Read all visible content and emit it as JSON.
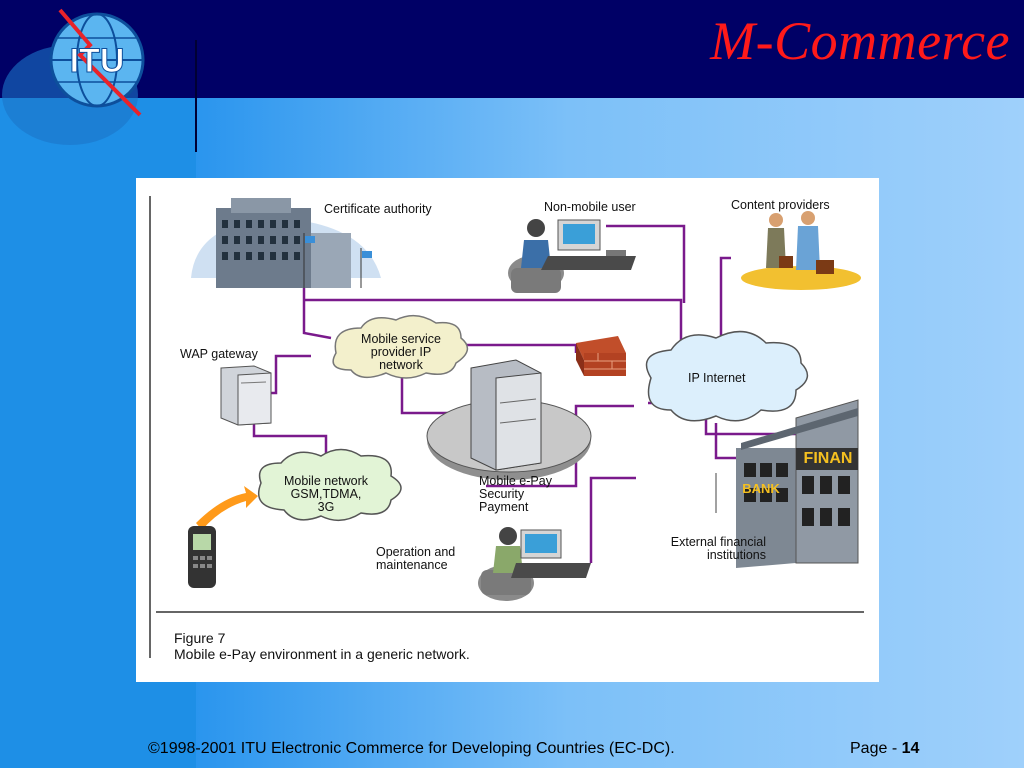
{
  "slide": {
    "title": "M-Commerce",
    "logo_text": "ITU",
    "footer": "©1998-2001 ITU Electronic Commerce for Developing Countries (EC-DC).",
    "page_label": "Page -",
    "page_number": "14"
  },
  "figure": {
    "caption_1": "Figure 7",
    "caption_2": "Mobile e-Pay environment in a generic network.",
    "labels": {
      "certificate_authority": "Certificate authority",
      "non_mobile_user": "Non-mobile user",
      "content_providers": "Content providers",
      "wap_gateway": "WAP gateway",
      "mobile_sp_1": "Mobile service",
      "mobile_sp_2": "provider IP",
      "mobile_sp_3": "network",
      "ip_internet": "IP Internet",
      "mobile_network_1": "Mobile network",
      "mobile_network_2": "GSM,TDMA,",
      "mobile_network_3": "3G",
      "epay_1": "Mobile e-Pay",
      "epay_2": "Security",
      "epay_3": "Payment",
      "operation_1": "Operation and",
      "operation_2": "maintenance",
      "external_1": "External financial",
      "external_2": "institutions",
      "sign_finan": "FINAN",
      "sign_bank": "BANK"
    }
  },
  "colors": {
    "title": "#ff1a1a",
    "topbar": "#000066",
    "link": "#7a1a8c",
    "accent": "#ff9a1a"
  }
}
